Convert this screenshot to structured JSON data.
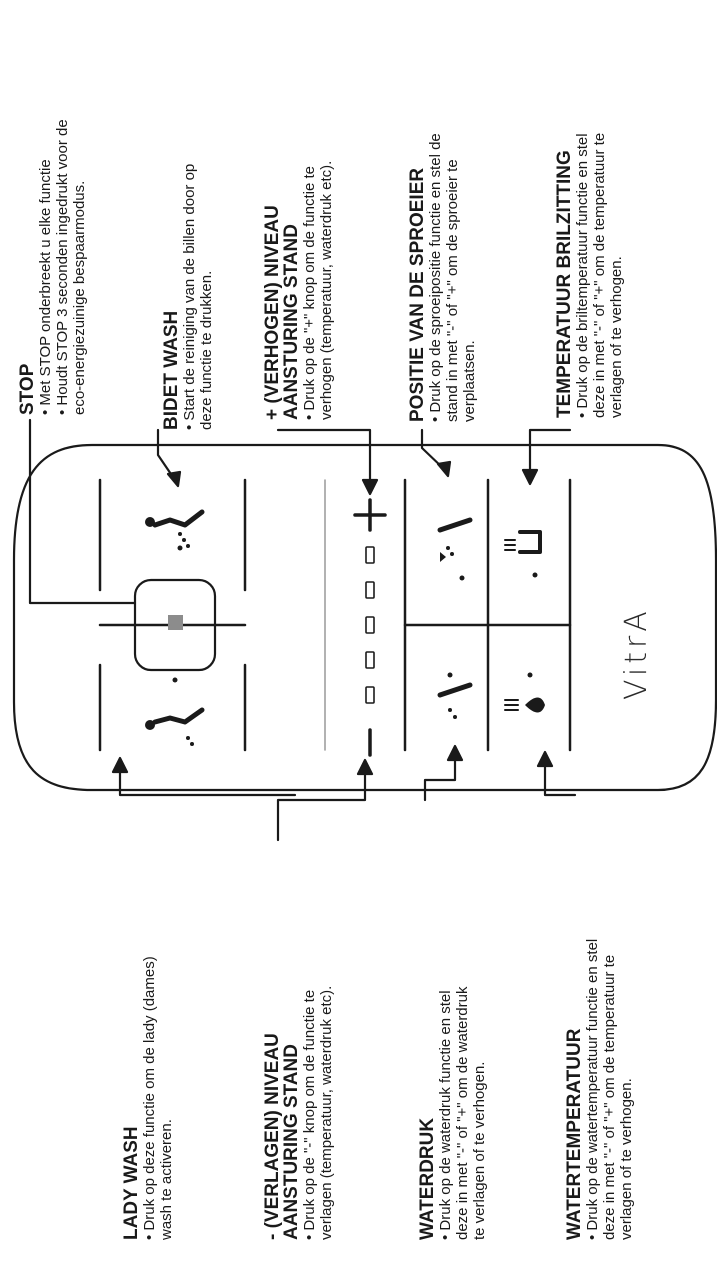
{
  "colors": {
    "ink": "#1a1a1a",
    "stop_square": "#8c8c8c",
    "divider": "#999999"
  },
  "brand": "VitrA",
  "labels": {
    "stop": {
      "title": "STOP",
      "desc": [
        "• Met STOP onderbreekt u elke functie",
        "• Houdt STOP 3 seconden ingedrukt voor de",
        "eco-energiezuinige bespaarmodus."
      ]
    },
    "bidet_wash": {
      "title": "BIDET WASH",
      "desc": [
        "• Start de reiniging van de billen door op",
        "deze functie te drukken."
      ]
    },
    "increase": {
      "title_lines": [
        "+ (VERHOGEN) NIVEAU",
        "AANSTURING STAND"
      ],
      "desc": [
        "• Druk op de \"+\" knop om de functie te",
        "verhogen (temperatuur, waterdruk etc)."
      ]
    },
    "spray_position": {
      "title": "POSITIE VAN DE SPROEIER",
      "desc": [
        "• Druk op de sproeipositie functie en stel de",
        "stand in met \"-\" of \"+\" om de sproeier te",
        "verplaatsen."
      ]
    },
    "seat_temp": {
      "title": "TEMPERATUUR BRILZITTING",
      "desc": [
        "• Druk op de briltemperatuur functie en stel",
        "deze in met \"-\" of \"+\" om de temperatuur te",
        "verlagen of te verhogen."
      ]
    },
    "lady_wash": {
      "title": "LADY WASH",
      "desc": [
        "• Druk op deze functie om de lady (dames)",
        "wash te activeren."
      ]
    },
    "decrease": {
      "title_lines": [
        "- (VERLAGEN) NIVEAU",
        "AANSTURING STAND"
      ],
      "desc": [
        "• Druk op de \"-\" knop om de functie te",
        "verlagen (temperatuur, waterdruk etc)."
      ]
    },
    "water_pressure": {
      "title": "WATERDRUK",
      "desc": [
        "• Druk op de waterdruk functie en stel",
        "deze in met \"-\" of \"+\" om de waterdruk",
        "te verlagen of te verhogen."
      ]
    },
    "water_temp": {
      "title": "WATERTEMPERATUUR",
      "desc": [
        "• Druk op de watertemperatuur functie en stel",
        "deze in met \"-\" of \"+\" om de temperatuur te",
        "verlagen of te verhogen."
      ]
    }
  },
  "icons": {
    "stop": "stop-square-icon",
    "bidet": "bidet-wash-icon",
    "lady": "lady-wash-icon",
    "plus": "plus-icon",
    "minus": "minus-icon",
    "level": "level-indicator-icon",
    "spray_position": "spray-position-icon",
    "water_pressure": "water-pressure-icon",
    "seat_temp": "seat-temperature-icon",
    "water_temp": "water-temperature-icon"
  }
}
